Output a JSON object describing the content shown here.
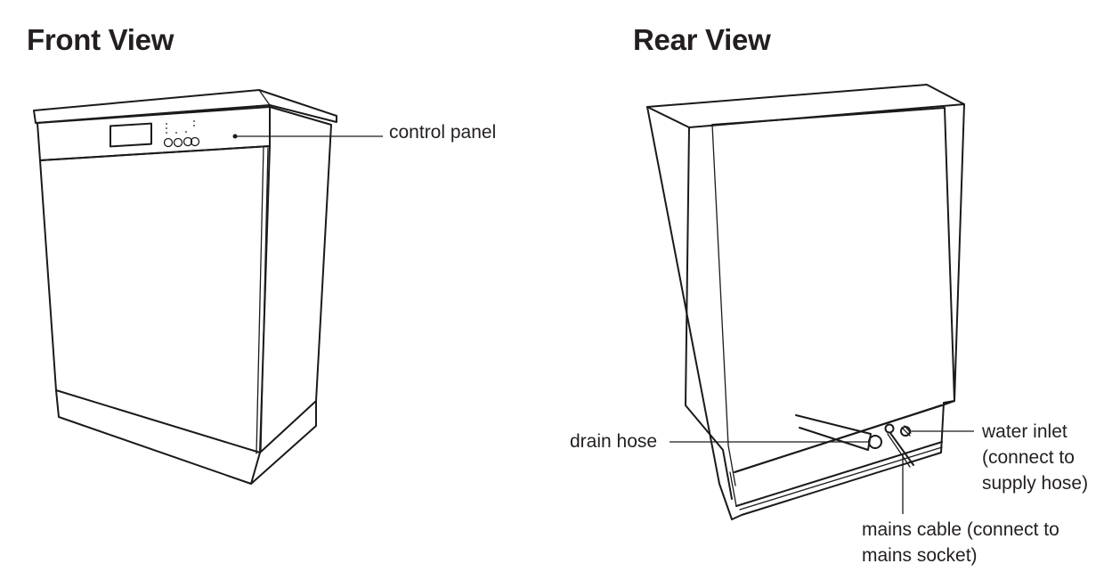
{
  "front": {
    "title": "Front View",
    "callouts": {
      "control_panel": "control panel"
    }
  },
  "rear": {
    "title": "Rear View",
    "callouts": {
      "drain_hose": "drain hose",
      "water_inlet": [
        "water inlet",
        "(connect to",
        "supply hose)"
      ],
      "mains_cable": [
        "mains cable (connect to",
        "mains socket)"
      ]
    }
  }
}
